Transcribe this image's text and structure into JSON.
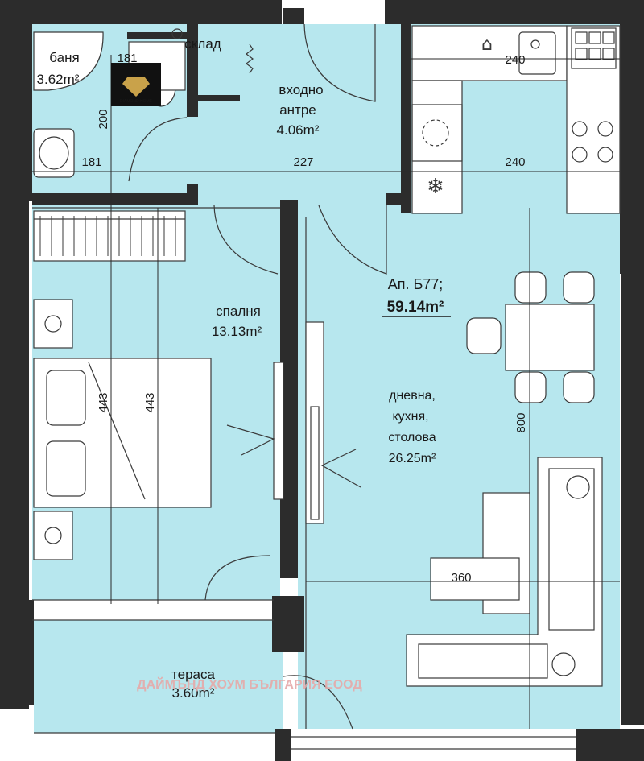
{
  "apartment": {
    "name": "Ап. Б77;",
    "area": "59.14m²"
  },
  "rooms": {
    "bathroom": {
      "name": "баня",
      "area": "3.62m²"
    },
    "storage": {
      "name": "склад"
    },
    "entrance": {
      "name_line1": "входно",
      "name_line2": "антре",
      "area": "4.06m²"
    },
    "bedroom": {
      "name": "спалня",
      "area": "13.13m²"
    },
    "living": {
      "line1": "дневна,",
      "line2": "кухня,",
      "line3": "столова",
      "area": "26.25m²"
    },
    "terrace": {
      "name": "тераса",
      "area": "3.60m²"
    }
  },
  "dimensions": {
    "bath_width_top": "181",
    "bath_width_mid": "181",
    "bath_height": "200",
    "entrance_width": "227",
    "kitchen_width_top": "240",
    "kitchen_width_mid": "240",
    "bedroom_height_a": "443",
    "bedroom_height_b": "443",
    "living_height": "800",
    "living_width": "360"
  },
  "watermark": "ДАЙМЪНД ХОУМ БЪЛГАРИЯ ЕООД",
  "logo": {
    "text": "DIAMOND HOME"
  },
  "colors": {
    "room_fill": "#b7e7ee",
    "wall": "#2c2c2c",
    "watermark": "#e6a9a9",
    "logo_bg": "#111111",
    "logo_gold": "#c9a24a"
  }
}
